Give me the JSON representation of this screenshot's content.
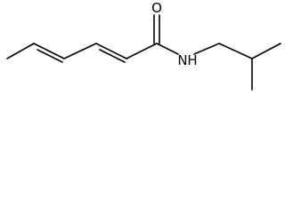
{
  "molecule": {
    "atoms": {
      "oxygen": "O",
      "nitrogen": "N",
      "hydrogen": "H"
    },
    "colors": {
      "ink": "#000000",
      "background": "#ffffff"
    }
  }
}
